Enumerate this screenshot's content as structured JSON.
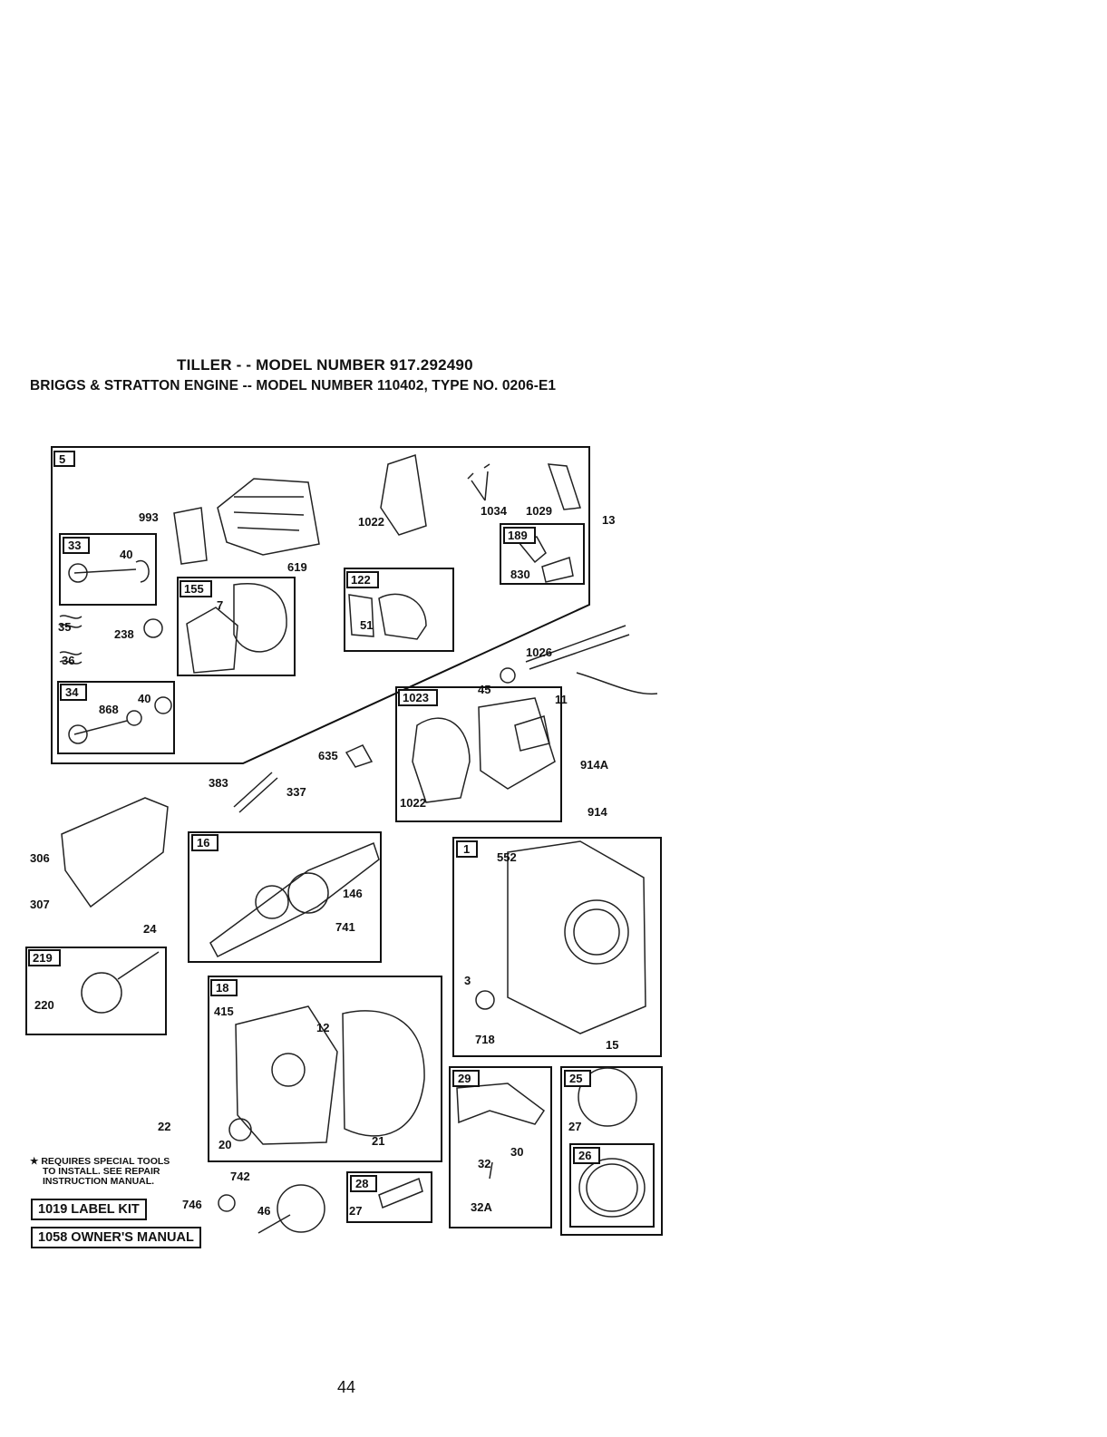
{
  "title_line1": "TILLER - - MODEL NUMBER 917.292490",
  "title_line2": "BRIGGS & STRATTON ENGINE -- MODEL NUMBER 110402, TYPE NO. 0206-E1",
  "group_numbers": [
    "5",
    "33",
    "155",
    "122",
    "189",
    "34",
    "1023",
    "16",
    "1",
    "219",
    "18",
    "29",
    "25",
    "26",
    "28"
  ],
  "part_numbers": [
    "993",
    "1022",
    "1034",
    "1029",
    "13",
    "40",
    "619",
    "7",
    "51",
    "830",
    "35",
    "238",
    "36",
    "868",
    "40",
    "1026",
    "45",
    "11",
    "635",
    "1022",
    "914A",
    "383",
    "337",
    "914",
    "306",
    "146",
    "552",
    "307",
    "741",
    "24",
    "220",
    "3",
    "415",
    "12",
    "718",
    "15",
    "30",
    "32",
    "27",
    "22",
    "21",
    "20",
    "32A",
    "742",
    "746",
    "46",
    "27"
  ],
  "note_lines": [
    "★ REQUIRES SPECIAL TOOLS",
    "TO INSTALL. SEE REPAIR",
    "INSTRUCTION MANUAL."
  ],
  "kits": {
    "label_kit": "1019 LABEL KIT",
    "owners_manual": "1058 OWNER'S MANUAL"
  },
  "page_number": "44"
}
